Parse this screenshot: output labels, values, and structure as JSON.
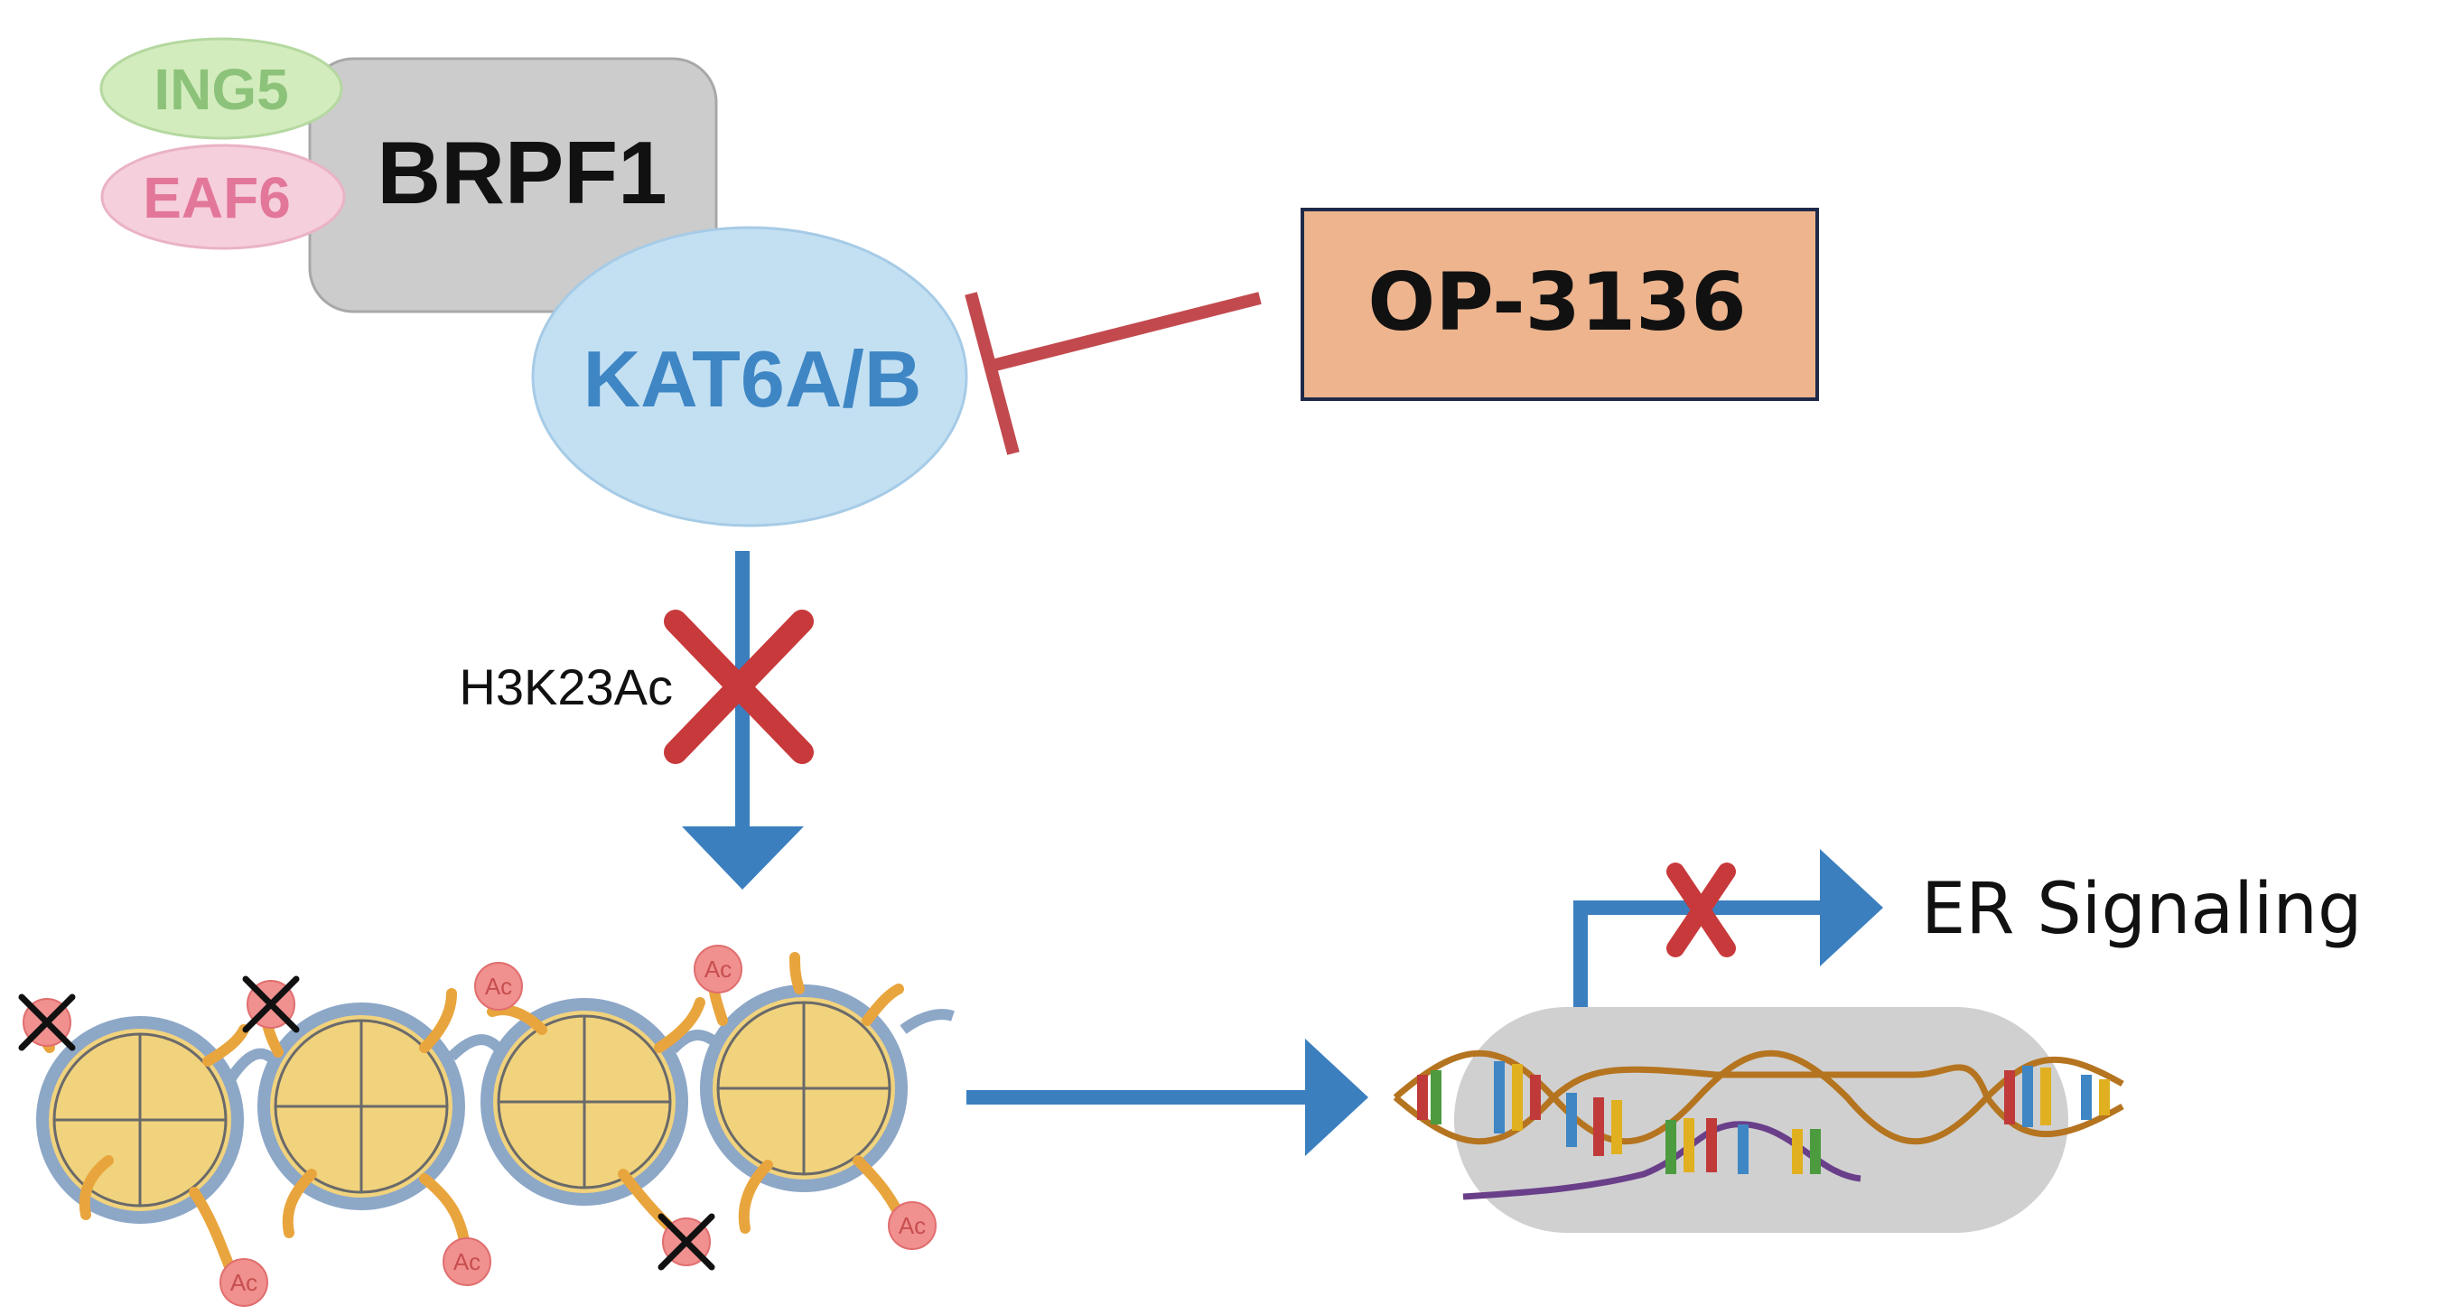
{
  "complex": {
    "ing5": "ING5",
    "eaf6": "EAF6",
    "brpf1": "BRPF1",
    "kat6": "KAT6A/B"
  },
  "inhibitor": {
    "label": "OP-3136"
  },
  "mark": {
    "label": "H3K23Ac"
  },
  "nucleosome": {
    "ac_label": "Ac"
  },
  "output": {
    "label": "ER Signaling"
  },
  "colors": {
    "ing5_fill": "#d3ecbd",
    "ing5_text": "#8cc27a",
    "eaf6_fill": "#f6cfdc",
    "eaf6_text": "#e2779a",
    "brpf1_fill": "#cccccc",
    "kat6_fill": "#c3e0f3",
    "kat6_text": "#3f86c4",
    "inhibitor_fill": "#edb48e",
    "inhibitor_stroke": "#1f2a4a",
    "inhibit_red": "#c24a4f",
    "arrow_blue": "#3b7fbf",
    "histone_fill": "#f1d37d",
    "histone_ring": "#8da7c7",
    "tail_orange": "#e9a53d",
    "ac_fill": "#f0908f",
    "chromatin_bg": "#d0d0d0"
  }
}
